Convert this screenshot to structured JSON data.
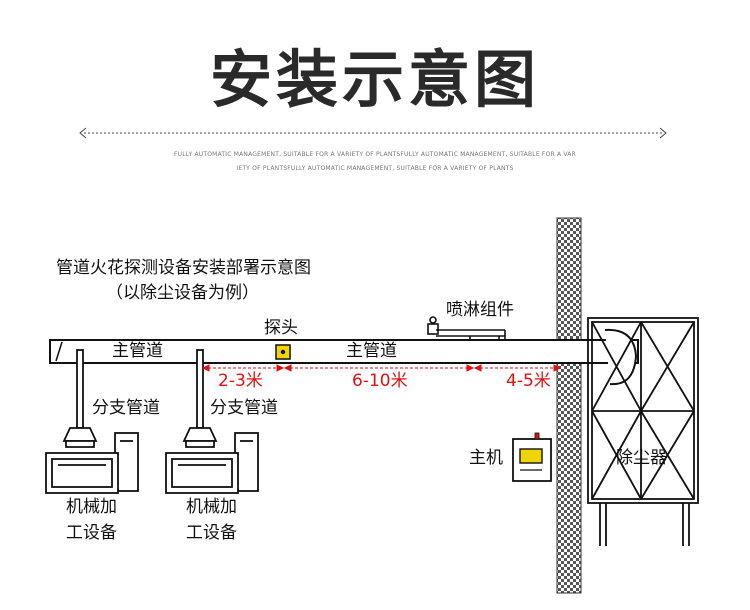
{
  "header": {
    "title": "安装示意图",
    "subtitle_line1": "FULLY AUTOMATIC MANAGEMENT, SUITABLE FOR A VARIETY OF PLANTSFULLY AUTOMATIC MANAGEMENT, SUITABLE FOR A VAR",
    "subtitle_line2": "IETY OF PLANTSFULLY AUTOMATIC MANAGEMENT, SUITABLE FOR A VARIETY OF PLANTS"
  },
  "diagram": {
    "heading_line1": "管道火花探测设备安装部署示意图",
    "heading_line2": "（以除尘设备为例）",
    "main_pipe_left": "主管道",
    "main_pipe_right": "主管道",
    "probe": "探头",
    "sprinkler": "喷淋组件",
    "branch_left": "分支管道",
    "branch_right": "分支管道",
    "dist_1": "2-3米",
    "dist_2": "6-10米",
    "dist_3": "4-5米",
    "host": "主机",
    "dust_collector": "除尘器",
    "machine_left_1": "机械加",
    "machine_left_2": "工设备",
    "machine_right_1": "机械加",
    "machine_right_2": "工设备"
  },
  "colors": {
    "title": "#2a2a2a",
    "distance": "#dd1111",
    "probe": "#f2d400",
    "host_screen": "#f2d400"
  }
}
